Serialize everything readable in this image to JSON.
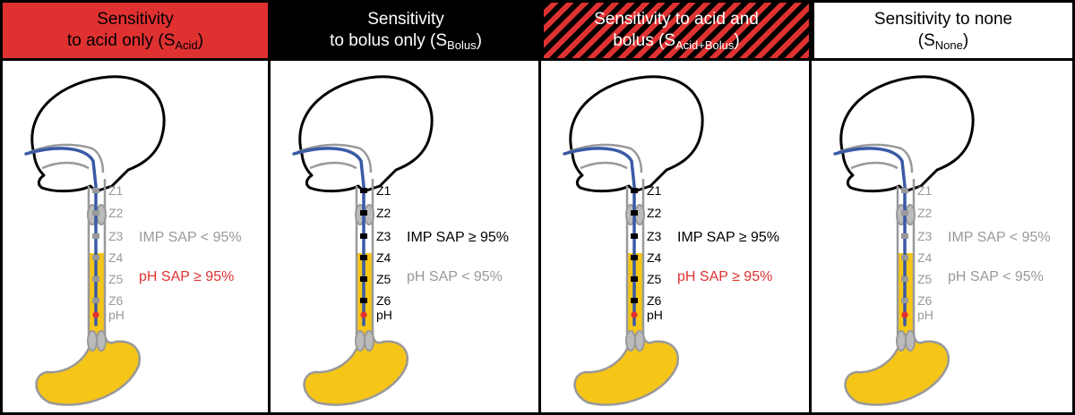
{
  "colors": {
    "red": "#e03131",
    "black": "#000000",
    "gray": "#999999",
    "yellow": "#f5c518",
    "blue": "#3a5aa6"
  },
  "panels": [
    {
      "title_line1": "Sensitivity",
      "title_line2_prefix": "to acid only (S",
      "title_sub": "Acid",
      "title_suffix": ")",
      "style": "red",
      "zone_color": "gray",
      "zones": [
        "Z1",
        "Z2",
        "Z3",
        "Z4",
        "Z5",
        "Z6",
        "pH"
      ],
      "imp_sap": "IMP SAP < 95%",
      "imp_color": "gray",
      "ph_sap": "pH SAP ≥ 95%",
      "ph_color": "red"
    },
    {
      "title_line1": "Sensitivity",
      "title_line2_prefix": "to bolus only (S",
      "title_sub": "Bolus",
      "title_suffix": ")",
      "style": "black",
      "zone_color": "black",
      "zones": [
        "Z1",
        "Z2",
        "Z3",
        "Z4",
        "Z5",
        "Z6",
        "pH"
      ],
      "imp_sap": "IMP SAP ≥ 95%",
      "imp_color": "black",
      "ph_sap": "pH SAP < 95%",
      "ph_color": "gray"
    },
    {
      "title_line1": "Sensitivity to acid and",
      "title_line2_prefix": "bolus (S",
      "title_sub": "Acid+Bolus",
      "title_suffix": ")",
      "style": "striped",
      "zone_color": "black",
      "zones": [
        "Z1",
        "Z2",
        "Z3",
        "Z4",
        "Z5",
        "Z6",
        "pH"
      ],
      "imp_sap": "IMP SAP ≥ 95%",
      "imp_color": "black",
      "ph_sap": "pH SAP ≥ 95%",
      "ph_color": "red"
    },
    {
      "title_line1": "Sensitivity to none",
      "title_line2_prefix": "(S",
      "title_sub": "None",
      "title_suffix": ")",
      "style": "white",
      "zone_color": "gray",
      "zones": [
        "Z1",
        "Z2",
        "Z3",
        "Z4",
        "Z5",
        "Z6",
        "pH"
      ],
      "imp_sap": "IMP SAP < 95%",
      "imp_color": "gray",
      "ph_sap": "pH SAP < 95%",
      "ph_color": "gray"
    }
  ]
}
